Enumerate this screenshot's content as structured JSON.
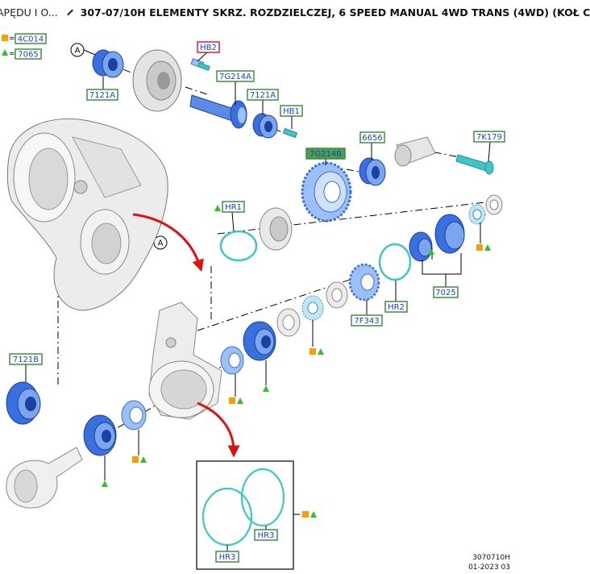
{
  "header": {
    "breadcrumb": "APĘDU I O...",
    "title": "307-07/10H ELEMENTY SKRZ. ROZDZIELCZEJ, 6 SPEED MANUAL 4WD TRANS (4WD) (KOŁ C"
  },
  "legend": {
    "orange_code": "4C014",
    "green_code": "7065"
  },
  "colors": {
    "part_blue": "#3a6fe0",
    "part_blue_light": "#9cc0f5",
    "ring_cyan": "#3fc6c6",
    "label_blue": "#1c3fd0",
    "label_green_border": "#2f8a2f",
    "label_red_border": "#d0102a",
    "arrow_red": "#e01010",
    "marker_orange": "#f5a000",
    "marker_green": "#2fc02f"
  },
  "callouts": {
    "a1": "A",
    "a2": "A"
  },
  "labels": {
    "hb2": "HB2",
    "p7121a_top": "7121A",
    "p7g214a": "7G214A",
    "p7121a_mid": "7121A",
    "hb1": "HB1",
    "p6656": "6656",
    "p7k179": "7K179",
    "p7g214b": "7G214B",
    "hr1": "HR1",
    "p7025": "7025",
    "hr2": "HR2",
    "p7f343": "7F343",
    "p7121b": "7121B",
    "hr3a": "HR3",
    "hr3b": "HR3"
  },
  "footer": {
    "ref": "3070710H",
    "date": "01-2023 03"
  }
}
